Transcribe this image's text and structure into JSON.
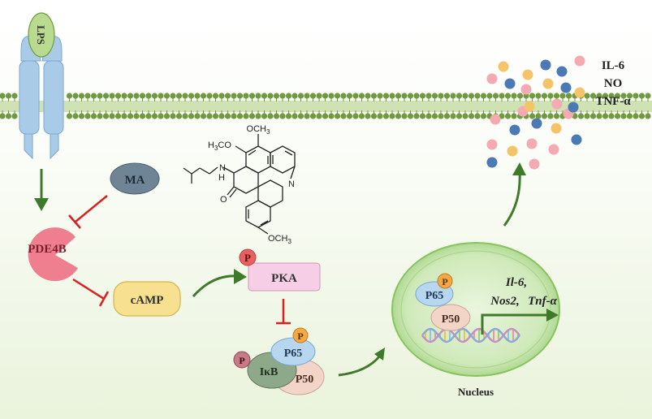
{
  "receptor": {
    "ligand": "LPS"
  },
  "cytokines": {
    "il6": "IL-6",
    "no": "NO",
    "tnf": "TNF-α"
  },
  "drug": {
    "name": "MA",
    "substituents": {
      "top_methoxy": "OCH",
      "left_methoxy": "H",
      "left_methoxy_c": "CO",
      "amine": "N",
      "amine_h": "H",
      "carbonyl": "O",
      "bottom_methoxy": "OCH",
      "ring_n": "N",
      "sub3": "3"
    }
  },
  "nodes": {
    "pde4b": "PDE4B",
    "camp": "cAMP",
    "pka": "PKA",
    "phospho": "P",
    "p65": "P65",
    "p50": "P50",
    "ikb": "IκB"
  },
  "nucleus": {
    "label": "Nucleus",
    "genes": {
      "line1": "Il-6,",
      "line2_a": "Nos2,",
      "line2_b": "Tnf-α"
    }
  },
  "colors": {
    "membrane": "#6f9a3e",
    "receptor": "#a9cbe8",
    "inhibition": "#d8201f",
    "activation": "#3f7a2a",
    "pde4b": "#ef7f8e",
    "camp": "#f7e08f",
    "pka": "#f6cfe6",
    "p65": "#b7d6ef",
    "p50": "#f3d5c8",
    "ikb": "#8ea98a",
    "phospho": "#e86060",
    "nucleus": "#bfe3a4",
    "dot_blue": "#4a79b3",
    "dot_pink": "#f3aab0",
    "dot_orange": "#f5c46a"
  }
}
